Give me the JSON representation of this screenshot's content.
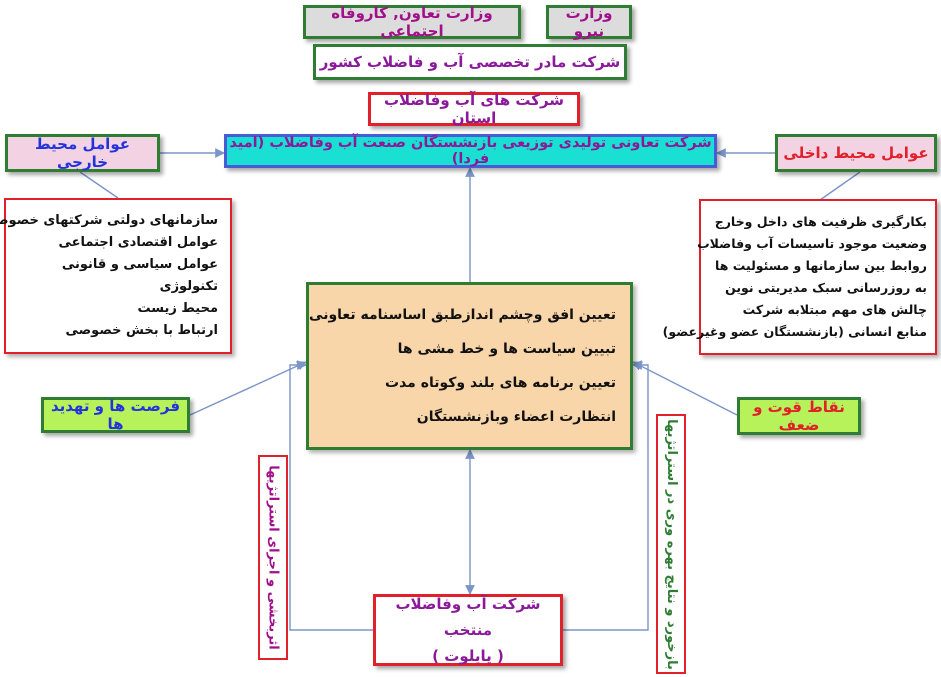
{
  "top": {
    "ministry_energy": "وزارت نیرو",
    "ministry_welfare": "وزارت تعاون, کاروفاه اجتماعی",
    "mother_company": "شرکت مادر تخصصی آب و فاضلاب کشور",
    "provincial_companies": "شرکت های آب وفاضلاب استان"
  },
  "cooperative": "شرکت تعاونی تولیدی توزیعی بازنشستگان صنعت آب وفاضلاب (امید فردا)",
  "external": {
    "title": "عوامل محیط خارجی",
    "items": [
      "سازمانهای دولتی شرکتهای خصوصی",
      "عوامل اقتصادی اجتماعی",
      "عوامل سیاسی و قانونی",
      "تکنولوژی",
      "محیط  زیست",
      "ارتباط با بخش خصوصی"
    ]
  },
  "internal": {
    "title": "عوامل محیط داخلی",
    "items": [
      "بکارگیری ظرفیت های داخل وخارج",
      "وضعیت موجود تاسیسات آب وفاضلاب",
      "روابط بین سازمانها و مسئولیت ها",
      "به روزرسانی سبک مدیریتی نوین",
      "چالش های مهم مبتلابه شرکت",
      "منابع انسانی (بازنشستگان عضو وغیرعضو)"
    ]
  },
  "central": {
    "items": [
      "تعیین افق وچشم اندازطبق اساسنامه تعاونی",
      "تبیین سیاست ها و خط مشی ها",
      "تعیین برنامه های بلند وکوتاه مدت",
      "انتظارت اعضاء وبازنشستگان"
    ]
  },
  "opportunities": "فرصت ها و تهدید ها",
  "strengths": "نقاط قوت و ضعف",
  "pilot": {
    "line1": "شرکت آب وفاضلاب منتخب",
    "line2": "( پایلوت )"
  },
  "side_labels": {
    "left": "اثربخشی و اجرای استراتژیها",
    "right": "بازخورد و نتایج بهره وری در استراتژیها"
  },
  "colors": {
    "purple_text": "#8a1a9a",
    "magenta_text": "#a0108a",
    "red_border": "#e0202a",
    "green_border": "#2e7d32",
    "grey_fill": "#dcdcdc",
    "pink_fill": "#f3d3e3",
    "cyan_fill": "#1ae0d4",
    "blue_border": "#4a5bd8",
    "orange_fill": "#f9d6aa",
    "lime_fill": "#b8f25a",
    "line": "#7a95c8"
  }
}
